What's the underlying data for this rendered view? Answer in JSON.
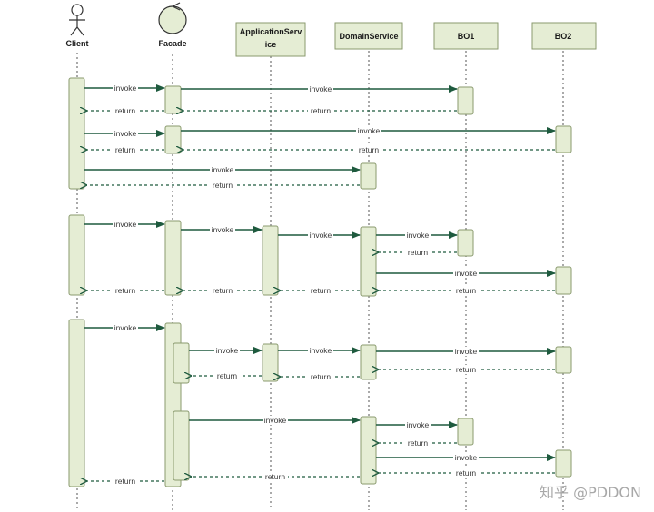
{
  "participants": {
    "client": "Client",
    "facade": "Facade",
    "appservice_line1": "ApplicationServ",
    "appservice_line2": "ice",
    "domainservice": "DomainService",
    "bo1": "BO1",
    "bo2": "BO2"
  },
  "labels": {
    "invoke": "invoke",
    "return": "return"
  },
  "watermark": "知乎 @PDDON",
  "colors": {
    "box_fill": "#e5edd4",
    "box_stroke": "#8a9a6e",
    "arrow": "#1e5a3e",
    "lifeline": "#555555"
  }
}
